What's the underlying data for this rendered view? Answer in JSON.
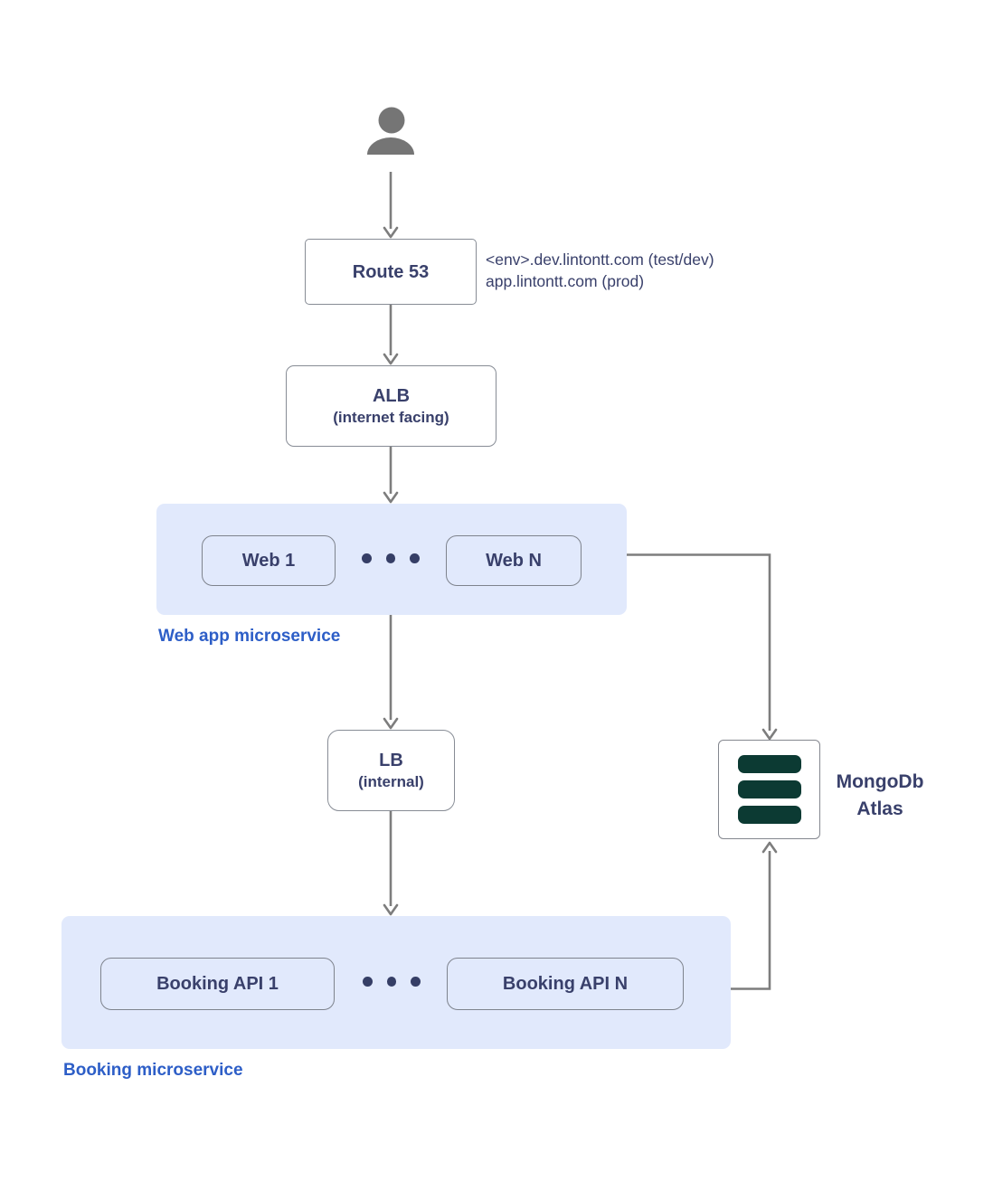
{
  "diagram": {
    "route53": {
      "label": "Route 53"
    },
    "dns_note": {
      "line1": "<env>.dev.lintontt.com (test/dev)",
      "line2": "app.lintontt.com (prod)"
    },
    "alb": {
      "title": "ALB",
      "subtitle": "(internet facing)"
    },
    "lb": {
      "title": "LB",
      "subtitle": "(internal)"
    },
    "web_group": {
      "label": "Web app microservice",
      "node_first": "Web 1",
      "node_last": "Web N"
    },
    "booking_group": {
      "label": "Booking microservice",
      "node_first": "Booking API 1",
      "node_last": "Booking API N"
    },
    "mongodb": {
      "line1": "MongoDb",
      "line2": "Atlas"
    },
    "icons": {
      "user": "person-icon",
      "database": "database-icon",
      "ellipsis": "ellipsis-dots-icon"
    },
    "colors": {
      "group_fill": "#e1e9fc",
      "node_text": "#39406b",
      "group_label_blue": "#2d5ec7",
      "db_bar_teal": "#0c3a33",
      "connector_gray": "#7d7d7d",
      "border_gray": "#878c95",
      "person_gray": "#757575"
    }
  }
}
